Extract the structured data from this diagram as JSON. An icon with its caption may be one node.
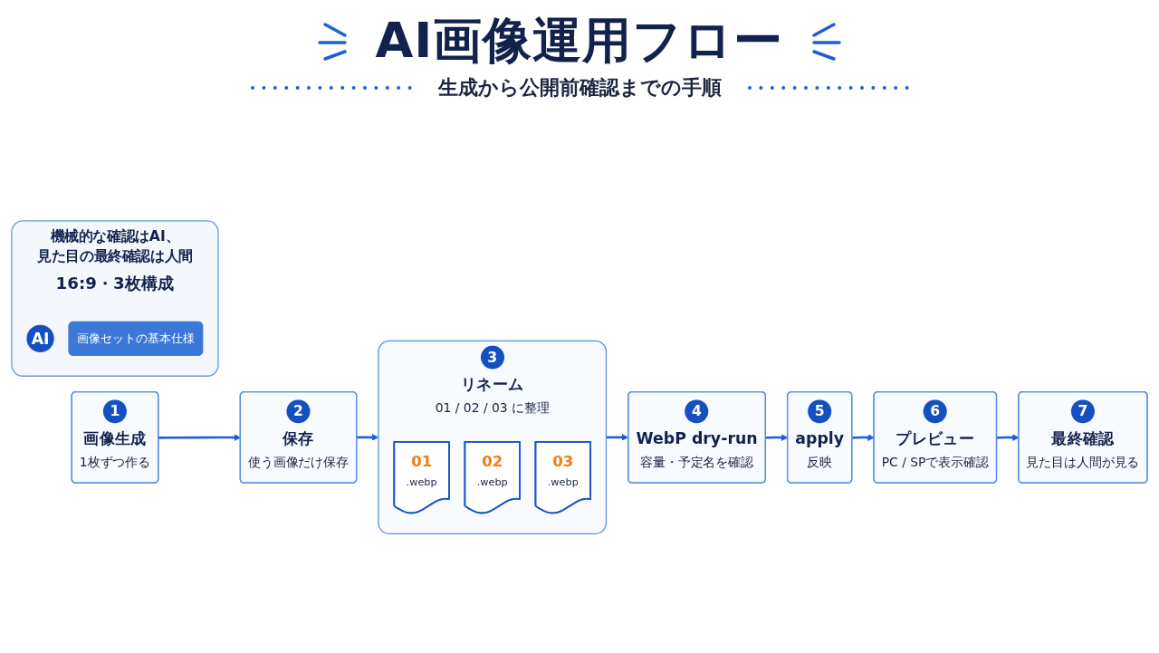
{
  "diagram": {
    "title": "AI画像運用フロー",
    "nodes": [
      {
        "text": [
          "1",
          "画像生成",
          "1枚ずつ作る"
        ]
      },
      {
        "text": [
          "2",
          "保存",
          "使う画像だけ保存"
        ]
      },
      {
        "text": [
          "3",
          "リネーム",
          "01 / 02 / 03 に整理"
        ]
      },
      {
        "text": [
          "01",
          ".webp"
        ],
        "in": 2
      },
      {
        "text": [
          "02",
          ".webp"
        ],
        "in": 2
      },
      {
        "text": [
          "03",
          ".webp"
        ],
        "in": 2
      },
      {
        "text": [
          "4",
          "WebP dry-run",
          "容量・予定名を確認"
        ]
      },
      {
        "text": [
          "5",
          "apply",
          "反映"
        ]
      },
      {
        "text": [
          "6",
          "プレビュー",
          "PC / SPで表示確認"
        ]
      },
      {
        "text": [
          "7",
          "最終確認",
          "見た目は人間が見る"
        ]
      },
      {
        "text": [
          "機械的な確認はAI、見た目の最終確認は人間",
          "16:9・3枚構成"
        ]
      },
      {
        "text": [
          "AI"
        ],
        "in": 10
      },
      {
        "text": [
          "画像セットの基本仕様"
        ],
        "in": 10
      }
    ],
    "edges": [
      {
        "from": 0,
        "to": 1,
        "arrow": "to"
      },
      {
        "from": 1,
        "to": 2,
        "arrow": "to"
      },
      {
        "from": 2,
        "to": 6,
        "arrow": "to"
      },
      {
        "from": 6,
        "to": 7,
        "arrow": "to"
      },
      {
        "from": 7,
        "to": 8,
        "arrow": "to"
      },
      {
        "from": 8,
        "to": 9,
        "arrow": "to"
      }
    ],
    "labels": [
      "生成から公開前確認までの手順"
    ]
  }
}
